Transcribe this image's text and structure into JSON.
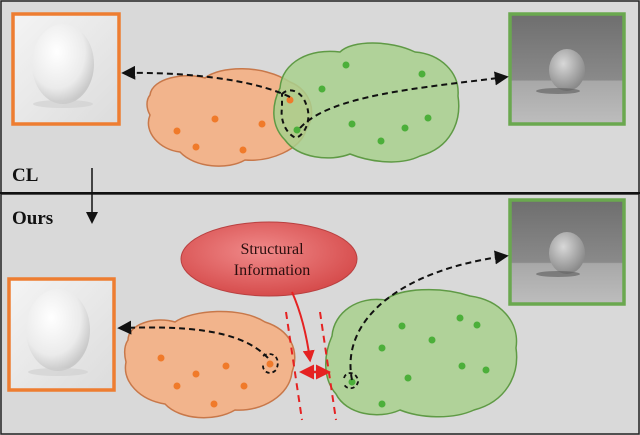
{
  "panels": {
    "top_label": "CL",
    "bottom_label": "Ours"
  },
  "callout": {
    "line1": "Structural",
    "line2": "Information"
  },
  "colors": {
    "orange_cluster": "#f2b48c",
    "orange_cluster_stroke": "#c8784a",
    "orange_point": "#f07a2a",
    "green_cluster": "#a8d08d",
    "green_cluster_stroke": "#5f9a45",
    "green_point": "#4caf3a",
    "orange_frame": "#ee7d31",
    "green_frame": "#6aa84f",
    "callout_fill": "#e06666",
    "red_arrow": "#e52222",
    "background": "#d9d9d9"
  },
  "icons": {
    "egg_bright": "egg-photo-bright",
    "egg_dark": "egg-photo-dark"
  }
}
